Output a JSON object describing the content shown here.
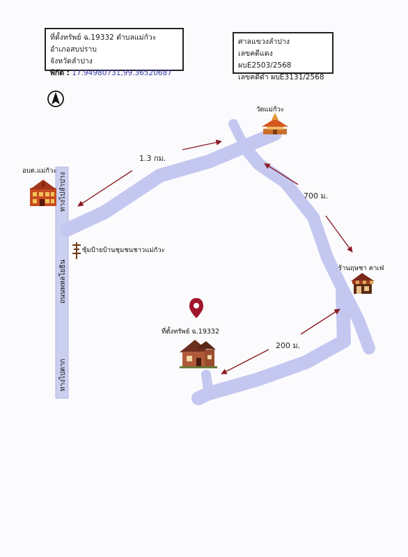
{
  "property_box": {
    "line1": "ที่ตั้งทรัพย์ ฉ.19332 ตำบลแม่กัวะ อำเภอสบปราบ",
    "line2": "จังหวัดลำปาง",
    "coord_label": "พิกัด :",
    "coord_value": "17.94980731,99.36520687"
  },
  "court_box": {
    "court": "ศาลแขวงลำปาง",
    "red_case": "เลขคดีแดง ผบE2503/2568",
    "black_case": "เลขคดีดำ ผบE3131/2568"
  },
  "landmarks": {
    "temple": "วัดแม่กัวะ",
    "sao": "อบต.แม่กัวะ",
    "cafe": "ร้านฤษชา คาเฟ่",
    "bus_stop": "ซุ้มป้ายบ้านชุมชนชาวแม่กัวะ",
    "property": "ที่ตั้งทรัพย์ ฉ.19332"
  },
  "roads": {
    "main_road": "ถนนพหลโยธิน",
    "to_lampang": "ทางไปลำปาง",
    "to_tak": "ทางไปตาก"
  },
  "distances": {
    "d1": "1.3 กม.",
    "d2": "700 ม.",
    "d3": "200 ม."
  },
  "icons": {
    "north": "north-arrow-icon",
    "temple": "temple-icon",
    "sao": "government-building-icon",
    "cafe": "shop-icon",
    "property": "house-icon",
    "pin": "location-pin-icon",
    "bus_stop": "bus-stop-icon"
  },
  "colors": {
    "road": "#c4c8f0",
    "arrow": "#8b1a24",
    "pin": "#a0162b"
  }
}
